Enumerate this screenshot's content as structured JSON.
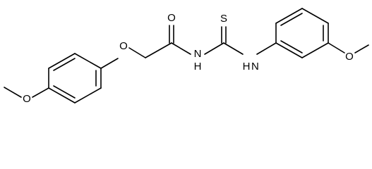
{
  "molecule": {
    "atoms": {
      "o_ether_left": "O",
      "o_methoxy_left": "O",
      "o_carbonyl": "O",
      "s_thio": "S",
      "n_left": "N",
      "h_left": "H",
      "n_right": "N",
      "h_right": "H",
      "o_methoxy_right": "O"
    }
  }
}
